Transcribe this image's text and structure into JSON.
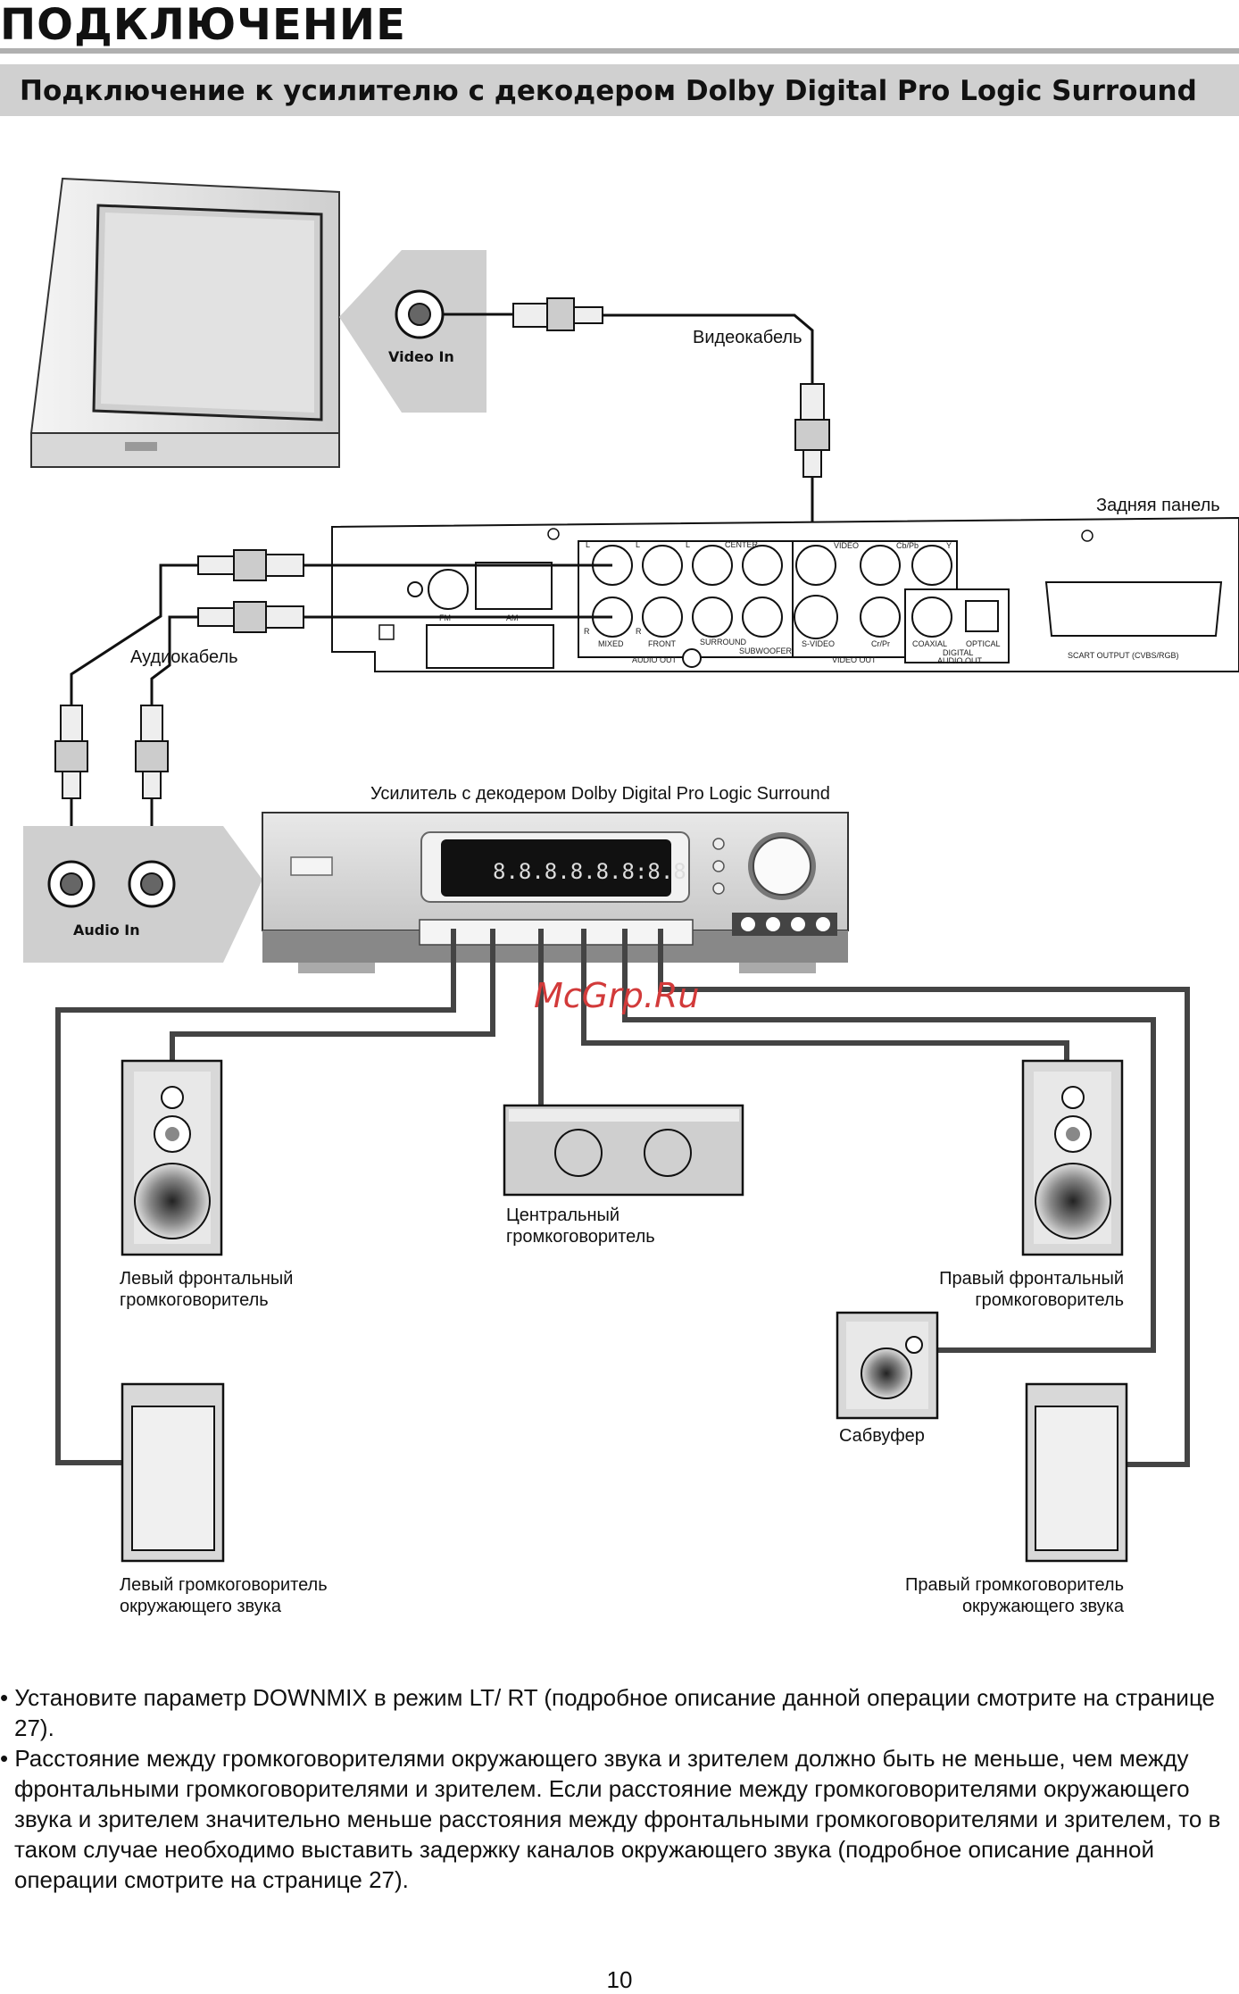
{
  "header": {
    "page_title": "ПОДКЛЮЧЕНИЕ",
    "section_title": "Подключение к усилителю с декодером Dolby Digital Pro Logic Surround"
  },
  "diagram": {
    "tv_jack_label": "Video In",
    "video_cable_label": "Видеокабель",
    "rear_panel_label": "Задняя панель",
    "audio_cable_label": "Аудиокабель",
    "amp_label": "Усилитель с декодером Dolby Digital Pro Logic Surround",
    "amp_jack_label": "Audio In",
    "amp_display_text": "8.8.8.8.8.8:8.8",
    "watermark": "McGrp.Ru",
    "speakers": {
      "center_line1": "Центральный",
      "center_line2": "громкоговоритель",
      "front_left_line1": "Левый фронтальный",
      "front_left_line2": "громкоговоритель",
      "front_right_line1": "Правый фронтальный",
      "front_right_line2": "громкоговоритель",
      "subwoofer": "Сабвуфер",
      "surround_left_line1": "Левый громкоговоритель",
      "surround_left_line2": "окружающего звука",
      "surround_right_line1": "Правый громкоговоритель",
      "surround_right_line2": "окружающего звука"
    },
    "panel_labels": {
      "fm": "FM",
      "am": "AM",
      "l1": "L",
      "l2": "L",
      "l3": "L",
      "r1": "R",
      "r2": "R",
      "center": "CENTER",
      "mixed": "MIXED",
      "front": "FRONT",
      "surround": "SURROUND",
      "subwoofer": "SUBWOOFER",
      "audio_out": "AUDIO OUT",
      "video": "VIDEO",
      "cb_pb": "Cb/Pb",
      "y": "Y",
      "s_video": "S-VIDEO",
      "cr_pr": "Cr/Pr",
      "video_out": "VIDEO OUT",
      "coaxial": "COAXIAL",
      "optical": "OPTICAL",
      "digital": "DIGITAL",
      "digital_audio_out": "AUDIO OUT",
      "scart": "SCART  OUTPUT  (CVBS/RGB)"
    }
  },
  "notes": [
    "• Установите параметр DOWNMIX в режим LT/ RT (подробное описание данной операции смотрите на странице 27).",
    "• Расстояние между громкоговорителями окружающего звука и зрителем должно быть не меньше, чем между фронтальными громкоговорителями и зрителем. Если расстояние между громкоговорителями окружающего звука и зрителем значительно меньше расстояния между фронтальными громкоговорителями и зрителем, то в таком случае необходимо выставить задержку каналов окружающего звука (подробное описание данной операции смотрите на странице 27)."
  ],
  "page_number": "10"
}
